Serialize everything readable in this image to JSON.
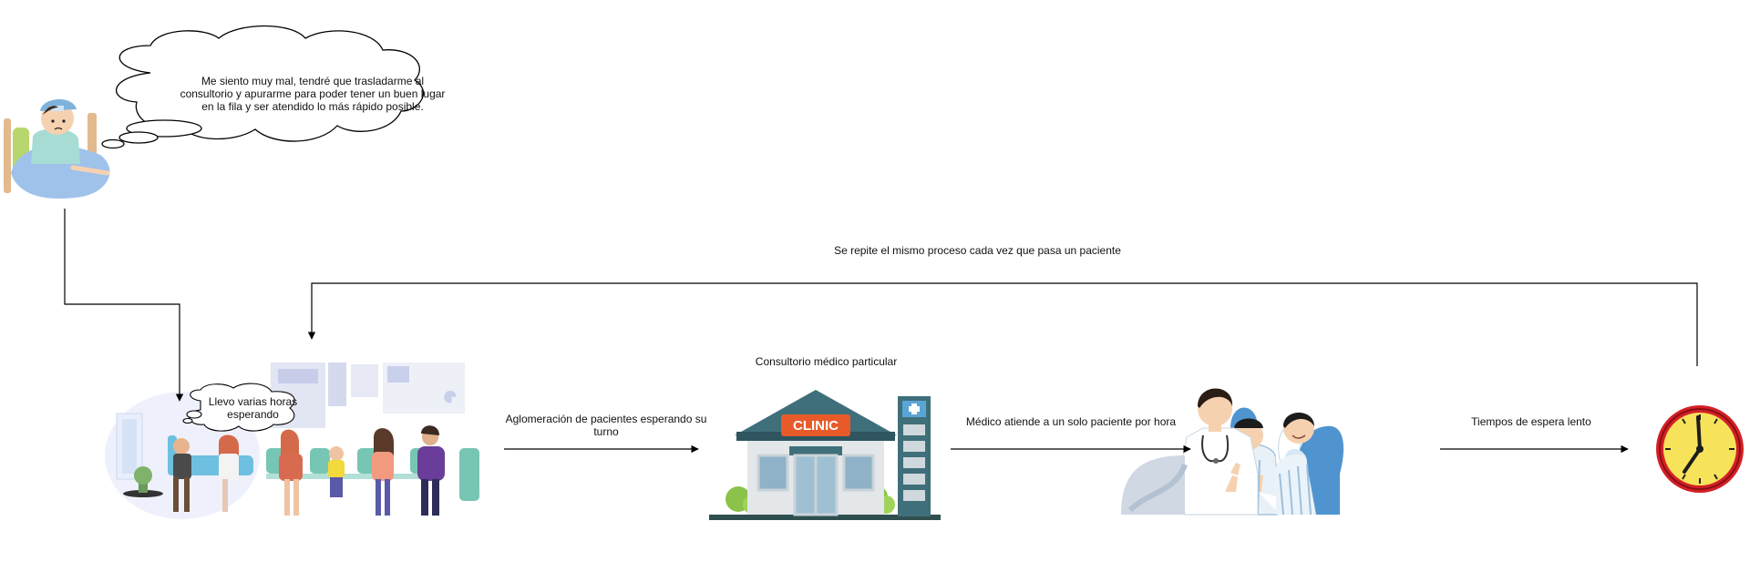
{
  "thought_patient": "Me siento muy mal, tendré que trasladarme al consultorio  y apurarme para poder tener un buen lugar en la fila y ser atendido lo más rápido posible.",
  "thought_waiting": "Llevo varias horas esperando",
  "loop_label": "Se repite el mismo proceso cada vez que pasa un paciente",
  "clinic_title": "Consultorio médico particular",
  "clinic_sign": "CLINIC",
  "edge_1": "Aglomeración de pacientes esperando su turno",
  "edge_2": "Médico atiende a un solo paciente por hora",
  "edge_3": "Tiempos de espera lento",
  "colors": {
    "line": "#000000",
    "clinic_roof": "#3f6f7a",
    "clinic_sign": "#e85a2a",
    "clock_rim": "#d41f26",
    "clock_face": "#f7e35a",
    "chair": "#76c6b3",
    "blanket": "#9fc2ea"
  }
}
